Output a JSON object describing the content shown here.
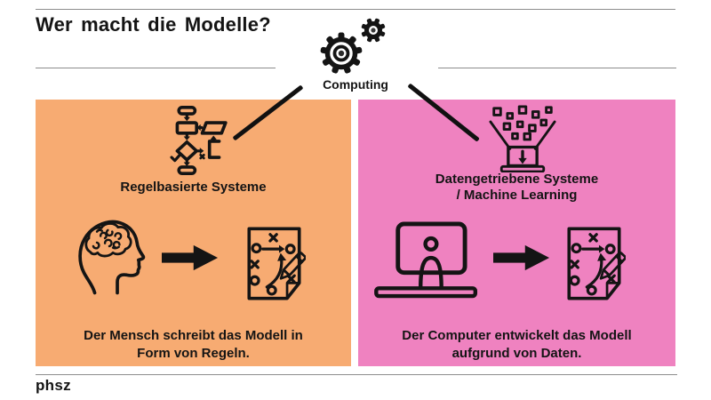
{
  "slide": {
    "title": "Wer macht die Modelle?",
    "computing": {
      "label": "Computing",
      "icon": "gears-icon"
    },
    "left_panel": {
      "heading": "Regelbasierte Systeme",
      "caption": [
        "Der Mensch schreibt das Modell in",
        "Form von Regeln."
      ],
      "icons": [
        "flowchart-icon",
        "human-head-brain-icon",
        "arrow-right-icon",
        "strategy-plan-icon"
      ]
    },
    "right_panel": {
      "heading": [
        "Datengetriebene Systeme",
        "/ Machine Learning"
      ],
      "caption": [
        "Der Computer entwickelt das Modell",
        "aufgrund von Daten."
      ],
      "icons": [
        "data-funnel-laptop-icon",
        "computer-monitor-icon",
        "arrow-right-icon",
        "strategy-plan-icon"
      ]
    },
    "footer": {
      "logo": "phsz"
    },
    "colors": {
      "left_panel_bg": "#F7AB72",
      "right_panel_bg": "#EF82C0",
      "rule": "#8C8C8C",
      "ink": "#141414",
      "background": "#FFFFFF"
    }
  }
}
